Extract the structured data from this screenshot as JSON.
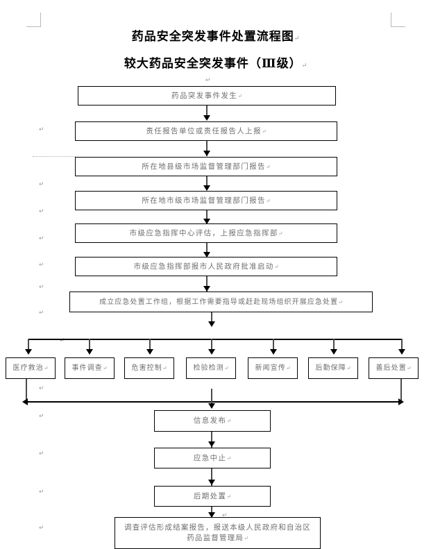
{
  "document": {
    "title_line1": "药品安全突发事件处置流程图",
    "title_line2": "较大药品安全突发事件（Ⅲ级）",
    "paragraph_mark": "↵"
  },
  "flowchart": {
    "type": "flowchart",
    "orientation": "top-to-bottom",
    "main_sequence": [
      {
        "id": "n1",
        "label": "药品突发事件发生"
      },
      {
        "id": "n2",
        "label": "责任报告单位或责任报告人上报"
      },
      {
        "id": "n3",
        "label": "所在地县级市场监督管理部门报告"
      },
      {
        "id": "n4",
        "label": "所在地市级市场监督管理部门报告"
      },
      {
        "id": "n5",
        "label": "市级应急指挥中心评估，上报应急指挥部"
      },
      {
        "id": "n6",
        "label": "市级应急指挥部报市人民政府批准启动"
      },
      {
        "id": "n7",
        "label": "成立应急处置工作组，根据工作需要指导或赶赴现场组织开展应急处置"
      }
    ],
    "parallel_tasks": [
      {
        "id": "p1",
        "label": "医疗救治"
      },
      {
        "id": "p2",
        "label": "事件调查"
      },
      {
        "id": "p3",
        "label": "危害控制"
      },
      {
        "id": "p4",
        "label": "检验检测"
      },
      {
        "id": "p5",
        "label": "新闻宣传"
      },
      {
        "id": "p6",
        "label": "后勤保障"
      },
      {
        "id": "p7",
        "label": "善后处置"
      }
    ],
    "closing_sequence": [
      {
        "id": "c1",
        "label": "信息发布"
      },
      {
        "id": "c2",
        "label": "应急中止"
      },
      {
        "id": "c3",
        "label": "后期处置"
      },
      {
        "id": "c4",
        "label": "调查评估形成结案报告，报送本级人民政府和自治区药品监督管理局"
      }
    ],
    "edges": [
      {
        "from": "n1",
        "to": "n2"
      },
      {
        "from": "n2",
        "to": "n3"
      },
      {
        "from": "n3",
        "to": "n4"
      },
      {
        "from": "n4",
        "to": "n5"
      },
      {
        "from": "n5",
        "to": "n6"
      },
      {
        "from": "n6",
        "to": "n7"
      },
      {
        "from": "n7",
        "to": "p1"
      },
      {
        "from": "n7",
        "to": "p2"
      },
      {
        "from": "n7",
        "to": "p3"
      },
      {
        "from": "n7",
        "to": "p4"
      },
      {
        "from": "n7",
        "to": "p5"
      },
      {
        "from": "n7",
        "to": "p6"
      },
      {
        "from": "n7",
        "to": "p7"
      },
      {
        "from": "p1",
        "to": "c1"
      },
      {
        "from": "p7",
        "to": "c1"
      },
      {
        "from": "c1",
        "to": "c2"
      },
      {
        "from": "c2",
        "to": "c3"
      },
      {
        "from": "c3",
        "to": "c4"
      }
    ],
    "colors": {
      "box_border": "#000000",
      "box_text": "#6f6f6f",
      "connector": "#000000",
      "paragraph_mark": "#9a9a9a",
      "crop_mark": "#b8b8b8",
      "dotted_guide": "#a9a9a9"
    }
  }
}
